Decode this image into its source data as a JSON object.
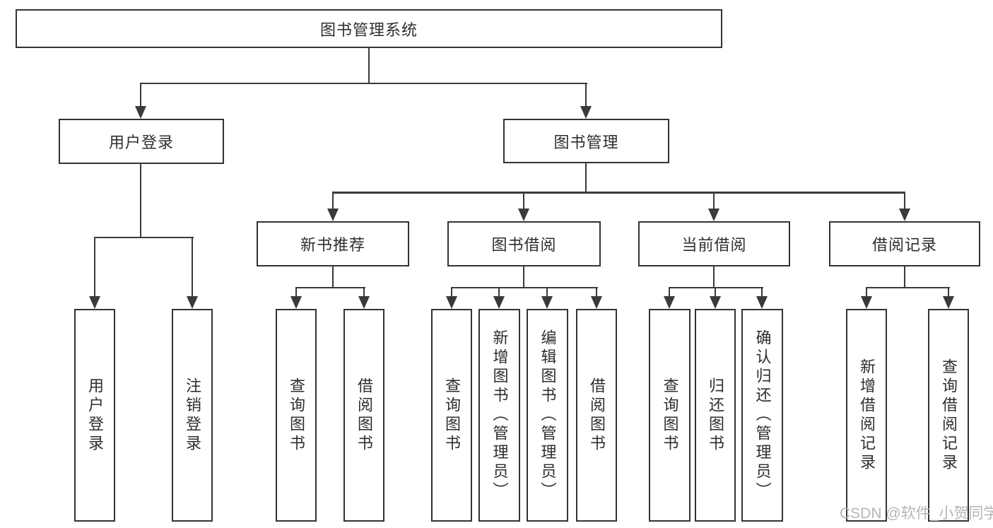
{
  "diagram": {
    "root": {
      "label": "图书管理系统"
    },
    "branches": [
      {
        "label": "用户登录",
        "leaves": [
          {
            "label": "用户登录"
          },
          {
            "label": "注销登录"
          }
        ]
      },
      {
        "label": "图书管理",
        "groups": [
          {
            "label": "新书推荐",
            "leaves": [
              {
                "label": "查询图书"
              },
              {
                "label": "借阅图书"
              }
            ]
          },
          {
            "label": "图书借阅",
            "leaves": [
              {
                "label": "查询图书"
              },
              {
                "label": "新增图书（管理员）"
              },
              {
                "label": "编辑图书（管理员）"
              },
              {
                "label": "借阅图书"
              }
            ]
          },
          {
            "label": "当前借阅",
            "leaves": [
              {
                "label": "查询图书"
              },
              {
                "label": "归还图书"
              },
              {
                "label": "确认归还（管理员）"
              }
            ]
          },
          {
            "label": "借阅记录",
            "leaves": [
              {
                "label": "新增借阅记录"
              },
              {
                "label": "查询借阅记录"
              }
            ]
          }
        ]
      }
    ]
  },
  "watermark": {
    "text": "CSDN @软件_小贺同学"
  },
  "colors": {
    "line": "#3a3a3a",
    "border": "#333333",
    "text": "#2e2e2e",
    "watermark": "#b5b5b5",
    "background": "#ffffff"
  }
}
